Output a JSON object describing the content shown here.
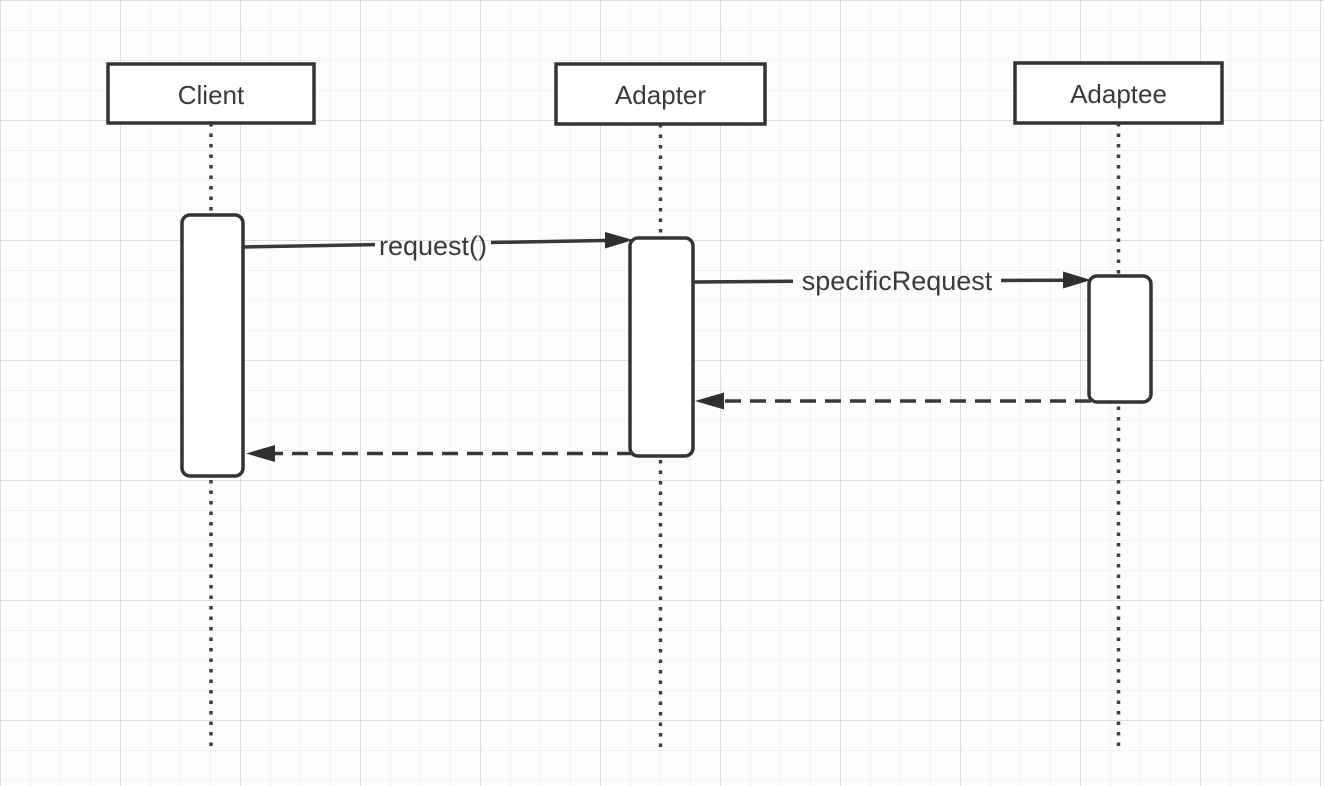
{
  "diagram": {
    "kind": "uml-sequence-diagram",
    "actors": [
      {
        "name": "Client"
      },
      {
        "name": "Adapter"
      },
      {
        "name": "Adaptee"
      }
    ],
    "messages": [
      {
        "label": "request()",
        "from": "Client",
        "to": "Adapter",
        "style": "solid-arrow"
      },
      {
        "label": "specificRequest",
        "from": "Adapter",
        "to": "Adaptee",
        "style": "solid-arrow"
      },
      {
        "label": "",
        "from": "Adaptee",
        "to": "Adapter",
        "style": "dashed-return-arrow"
      },
      {
        "label": "",
        "from": "Adapter",
        "to": "Client",
        "style": "dashed-return-arrow"
      }
    ],
    "colors": {
      "stroke": "#333333",
      "text": "#3a3a3a",
      "shape_fill": "#ffffff",
      "background": "#fdfdfd",
      "grid_minor": "#f0f0f0",
      "grid_major": "#e5e5e5"
    }
  }
}
